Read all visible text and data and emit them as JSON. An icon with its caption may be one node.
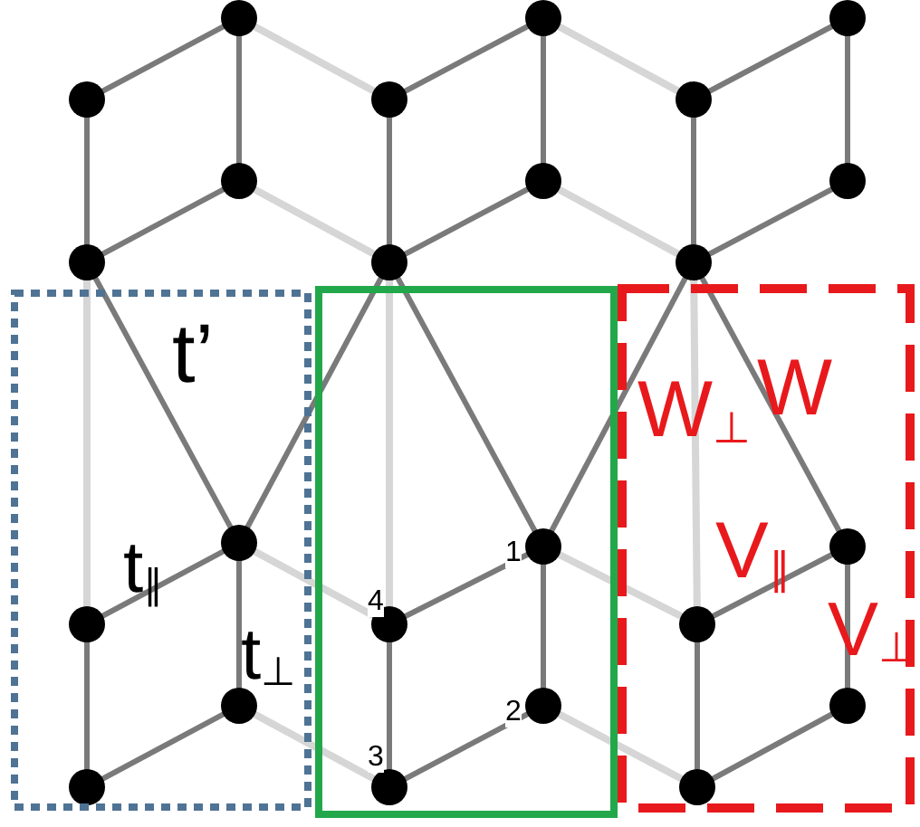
{
  "diagram": {
    "nodes": [
      {
        "text": [
          "t’",
          "t$_{∥}$",
          "t$_{⊥}$"
        ]
      },
      {
        "text": [
          "4",
          "1",
          "2",
          "3"
        ]
      },
      {
        "text": [
          "W$_{⊥}$",
          "W",
          "V$_{∥}$",
          "V$_{⊥}$"
        ]
      }
    ],
    "edges": []
  }
}
